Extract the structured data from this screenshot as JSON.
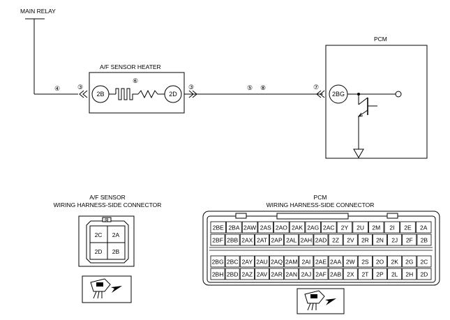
{
  "labels": {
    "main_relay": "MAIN RELAY",
    "heater": "A/F SENSOR HEATER",
    "pcm": "PCM",
    "af_connector_title_1": "A/F SENSOR",
    "af_connector_title_2": "WIRING HARNESS-SIDE CONNECTOR",
    "pcm_connector_title_1": "PCM",
    "pcm_connector_title_2": "WIRING HARNESS-SIDE CONNECTOR"
  },
  "circuit": {
    "node_2b": "2B",
    "node_2d": "2D",
    "node_2bg": "2BG",
    "tag_4": "④",
    "tag_3a": "③",
    "tag_6": "⑥",
    "tag_3b": "③",
    "tag_5": "⑤",
    "tag_8": "⑧",
    "tag_7": "⑦"
  },
  "af_connector": {
    "cells": [
      "2C",
      "2A",
      "2D",
      "2B"
    ]
  },
  "pcm_connector": {
    "row1": [
      "2BE",
      "2BA",
      "2AW",
      "2AS",
      "2AO",
      "2AK",
      "2AG",
      "2AC",
      "2Y",
      "2U",
      "2M",
      "2I",
      "2E",
      "2A"
    ],
    "row2": [
      "2BF",
      "2BB",
      "2AX",
      "2AT",
      "2AP",
      "2AL",
      "2AH",
      "2AD",
      "2Z",
      "2V",
      "2R",
      "2N",
      "2J",
      "2F",
      "2B"
    ],
    "row3": [
      "2BG",
      "2BC",
      "2AY",
      "2AU",
      "2AQ",
      "2AM",
      "2AI",
      "2AE",
      "2AA",
      "2W",
      "2S",
      "2O",
      "2K",
      "2G",
      "2C"
    ],
    "row4": [
      "2BH",
      "2BD",
      "2AZ",
      "2AV",
      "2AR",
      "2AN",
      "2AJ",
      "2AF",
      "2AB",
      "2X",
      "2T",
      "2P",
      "2L",
      "2H",
      "2D"
    ]
  }
}
